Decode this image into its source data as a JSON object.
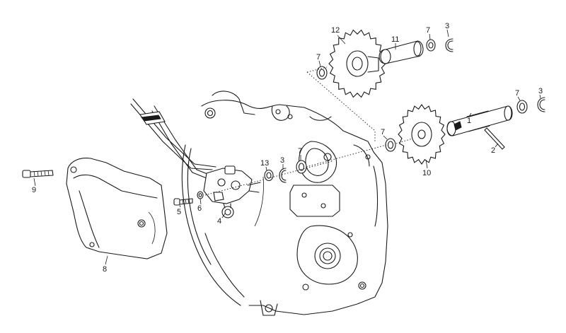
{
  "callouts": {
    "c1": "1",
    "c2": "2",
    "c3a": "3",
    "c3b": "3",
    "c3c": "3",
    "c4": "4",
    "c5": "5",
    "c6": "6",
    "c7a": "7",
    "c7b": "7",
    "c7c": "7",
    "c7d": "7",
    "c7e": "7",
    "c8": "8",
    "c9": "9",
    "c10": "10",
    "c11": "11",
    "c12": "12",
    "c13": "13"
  }
}
